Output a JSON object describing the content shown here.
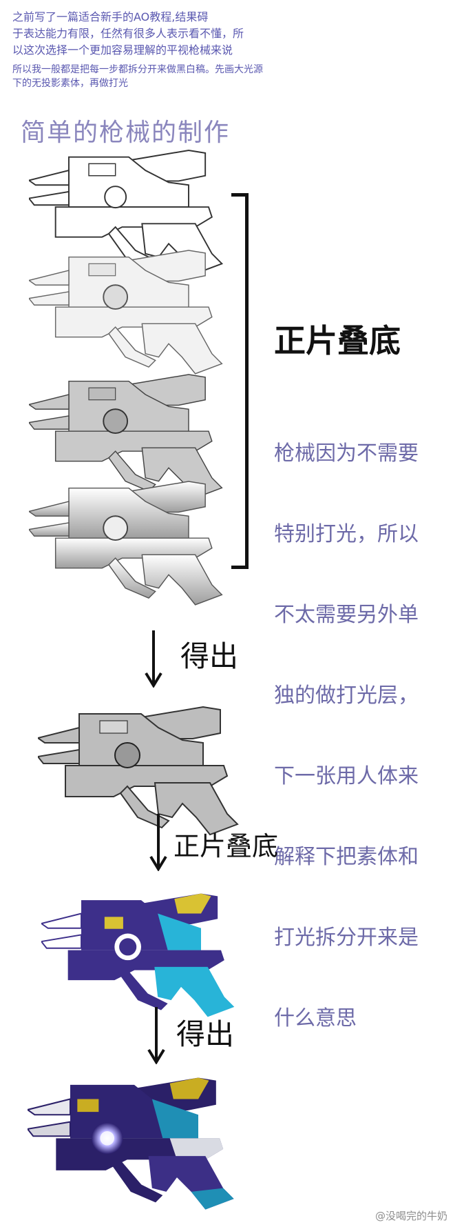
{
  "intro": {
    "line1": "之前写了一篇适合新手的AO教程,结果碍",
    "line2": "于表达能力有限，任然有很多人表示看不懂，所",
    "line3": "以这次选择一个更加容易理解的平视枪械来说",
    "line4": "所以我一般都是把每一步都拆分开来做黑白稿。先画大光源",
    "line5": "下的无投影素体，再做打光"
  },
  "section_title": "简单的枪械的制作",
  "handwriting": {
    "multiply_1": "正片叠底",
    "result_1": "得出",
    "multiply_2": "正片叠底",
    "result_2": "得出"
  },
  "description": {
    "l1": "枪械因为不需要",
    "l2": "特别打光，所以",
    "l3": "不太需要另外单",
    "l4": "独的做打光层，",
    "l5": "下一张用人体来",
    "l6": "解释下把素体和",
    "l7": "打光拆分开来是",
    "l8": "什么意思"
  },
  "watermark": "@没喝完的牛奶",
  "colors": {
    "intro_text": "#5a58b0",
    "title_text": "#8a86bd",
    "desc_text": "#6d6aa8",
    "gun_navy": "#3d2f8a",
    "gun_cyan": "#28b4d8",
    "gun_yellow": "#d9c233"
  }
}
